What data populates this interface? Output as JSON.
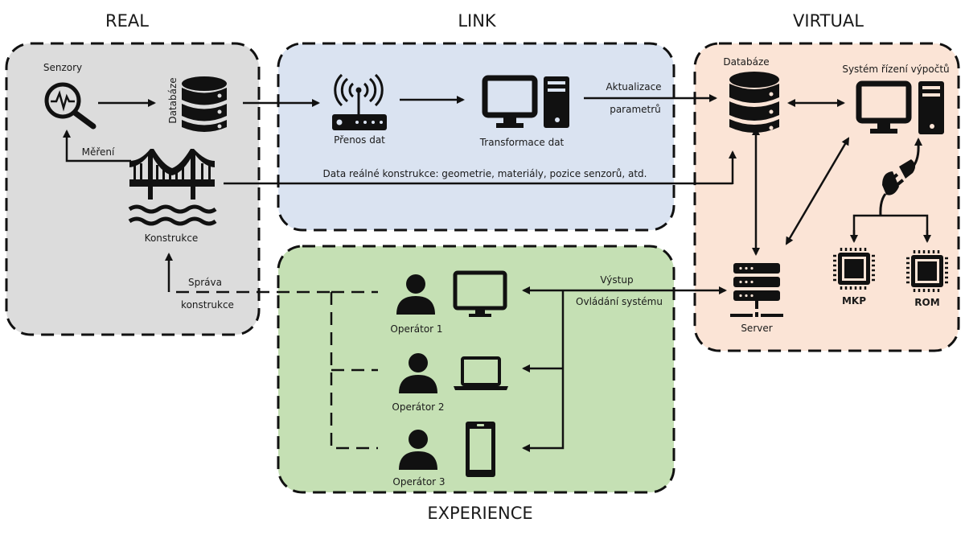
{
  "sections": {
    "real": {
      "title": "REAL",
      "fill": "#dcdcdc"
    },
    "link": {
      "title": "LINK",
      "fill": "#dae3f1"
    },
    "virtual": {
      "title": "VIRTUAL",
      "fill": "#fbe4d6"
    },
    "experience": {
      "title": "EXPERIENCE",
      "fill": "#c5e0b4"
    }
  },
  "real": {
    "sensors_label": "Senzory",
    "database_label": "Databáze",
    "measurement_label": "Měření",
    "structure_label": "Konstrukce",
    "management_label_1": "Správa",
    "management_label_2": "konstrukce"
  },
  "link": {
    "transfer_label": "Přenos dat",
    "transform_label": "Transformace dat",
    "update_label_1": "Aktualizace",
    "update_label_2": "parametrů",
    "structure_data_label": "Data reálné konstrukce: geometrie, materiály, pozice senzorů, atd."
  },
  "virtual": {
    "database_label": "Databáze",
    "control_system_label": "Systém řízení výpočtů",
    "server_label": "Server",
    "mkp_label": "MKP",
    "rom_label": "ROM"
  },
  "experience": {
    "output_label": "Výstup",
    "control_label": "Ovládání systému",
    "operators": [
      {
        "label": "Operátor 1",
        "device": "monitor-icon"
      },
      {
        "label": "Operátor 2",
        "device": "laptop-icon"
      },
      {
        "label": "Operátor 3",
        "device": "smartphone-icon"
      }
    ]
  }
}
